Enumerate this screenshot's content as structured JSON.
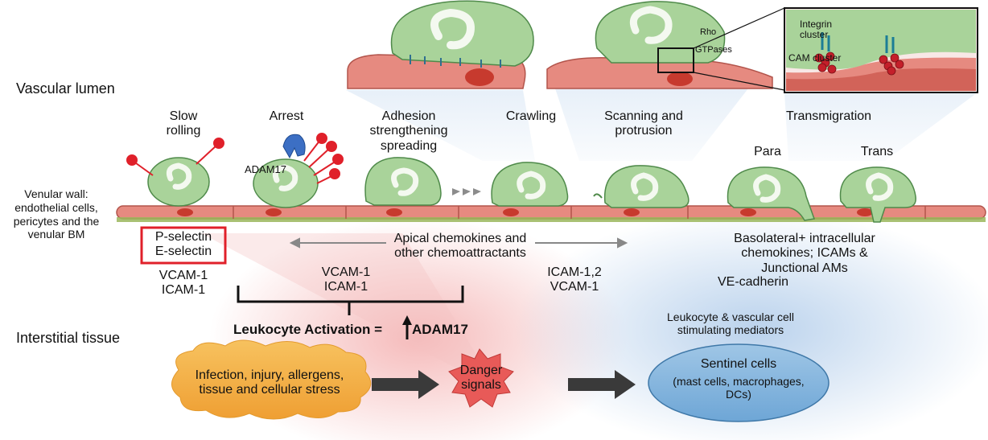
{
  "regions": {
    "vascular_lumen": "Vascular lumen",
    "interstitial_tissue": "Interstitial tissue",
    "venular_wall": "Venular wall:\nendothelial cells,\npericytes and the\nvenular BM"
  },
  "stages": {
    "slow_rolling": "Slow\nrolling",
    "arrest": "Arrest",
    "adhesion": "Adhesion\nstrengthening\nspreading",
    "crawling": "Crawling",
    "scanning": "Scanning and\nprotrusion",
    "transmigration": "Transmigration",
    "para": "Para",
    "trans": "Trans"
  },
  "molecules": {
    "adam17": "ADAM17",
    "selectins": "P-selectin\nE-selectin",
    "vcam_icam_1": "VCAM-1\nICAM-1",
    "vcam_icam_2": "VCAM-1\nICAM-1",
    "icam_vcam": "ICAM-1,2\nVCAM-1",
    "ve_cadherin": "VE-cadherin"
  },
  "chemokines": {
    "apical": "Apical chemokines and\nother chemoattractants",
    "basolateral": "Basolateral+ intracellular\nchemokines; ICAMs & Junctional AMs"
  },
  "activation": {
    "label": "Leukocyte Activation = ",
    "adam17": "ADAM17"
  },
  "mediators": "Leukocyte & vascular cell\nstimulating mediators",
  "sources": {
    "infection": "Infection, injury, allergens,\ntissue and cellular stress",
    "danger": "Danger\nsignals",
    "sentinel_title": "Sentinel cells",
    "sentinel_detail": "(mast cells, macrophages,\nDCs)"
  },
  "inset": {
    "rho": "Rho",
    "gtpases": "GTPases",
    "integrin": "Integrin\ncluster",
    "cam": "CAM cluster"
  },
  "colors": {
    "leukocyte_fill": "#a9d39a",
    "leukocyte_stroke": "#4f8a4a",
    "endothelium_fill": "#e68a80",
    "endothelium_stroke": "#b2544b",
    "nucleus": "#c73a2e",
    "selectin_red": "#e0202a",
    "infection_fill": "#f4b24a",
    "danger_fill": "#e85a58",
    "sentinel_fill": "#7fb3dc",
    "highlight_box": "#e0202a",
    "adam17_blue": "#3c6fc4"
  }
}
